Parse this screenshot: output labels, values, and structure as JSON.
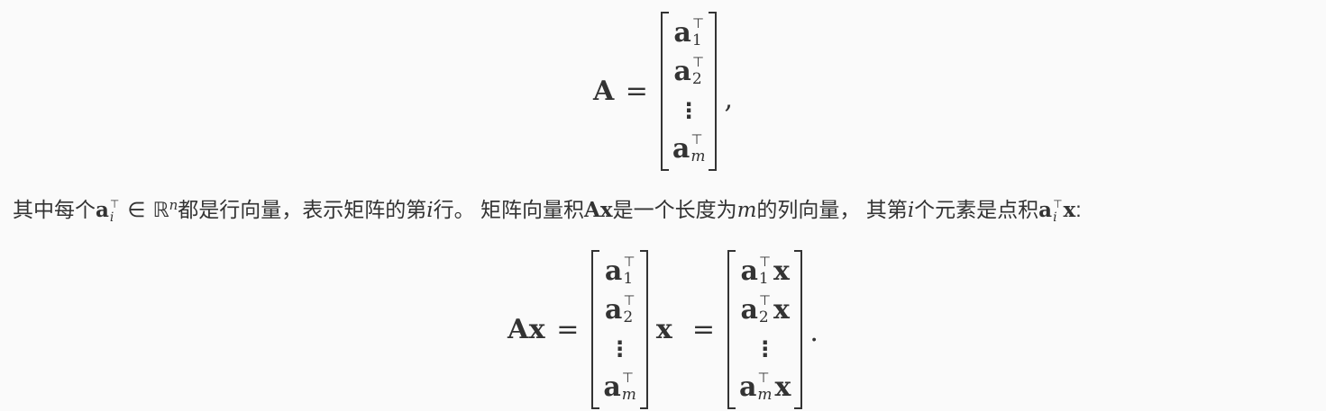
{
  "page": {
    "background": "#fafafa",
    "text_color": "#333333"
  },
  "equation1": {
    "lhs": "A",
    "rel": "=",
    "rows": [
      {
        "base": "a",
        "sup": "⊤",
        "sub": "1"
      },
      {
        "base": "a",
        "sup": "⊤",
        "sub": "2"
      },
      {
        "dots": "⋮"
      },
      {
        "base": "a",
        "sup": "⊤",
        "sub": "m"
      }
    ],
    "trail": ","
  },
  "paragraph": {
    "t1": "其中每个",
    "m1": {
      "base": "a",
      "sup": "⊤",
      "sub": "i"
    },
    "rel_in": "∈",
    "set": {
      "base": "ℝ",
      "sup": "n"
    },
    "t2": "都是行向量，表示矩阵的第",
    "v1": "i",
    "t3": "行。 矩阵向量积",
    "m2": "Ax",
    "t4": "是一个长度为",
    "v2": "m",
    "t5": "的列向量， 其第",
    "v3": "i",
    "t6": "个元素是点积",
    "m3": {
      "base": "a",
      "sup": "⊤",
      "sub": "i",
      "post": "x"
    },
    "t7": ":"
  },
  "equation2": {
    "lhs": "Ax",
    "rel1": "=",
    "rows1": [
      {
        "base": "a",
        "sup": "⊤",
        "sub": "1"
      },
      {
        "base": "a",
        "sup": "⊤",
        "sub": "2"
      },
      {
        "dots": "⋮"
      },
      {
        "base": "a",
        "sup": "⊤",
        "sub": "m"
      }
    ],
    "mid": "x",
    "rel2": "=",
    "rows2": [
      {
        "base": "a",
        "sup": "⊤",
        "sub": "1",
        "post": "x"
      },
      {
        "base": "a",
        "sup": "⊤",
        "sub": "2",
        "post": "x"
      },
      {
        "dots": "⋮"
      },
      {
        "base": "a",
        "sup": "⊤",
        "sub": "m",
        "post": "x"
      }
    ],
    "trail": "."
  }
}
